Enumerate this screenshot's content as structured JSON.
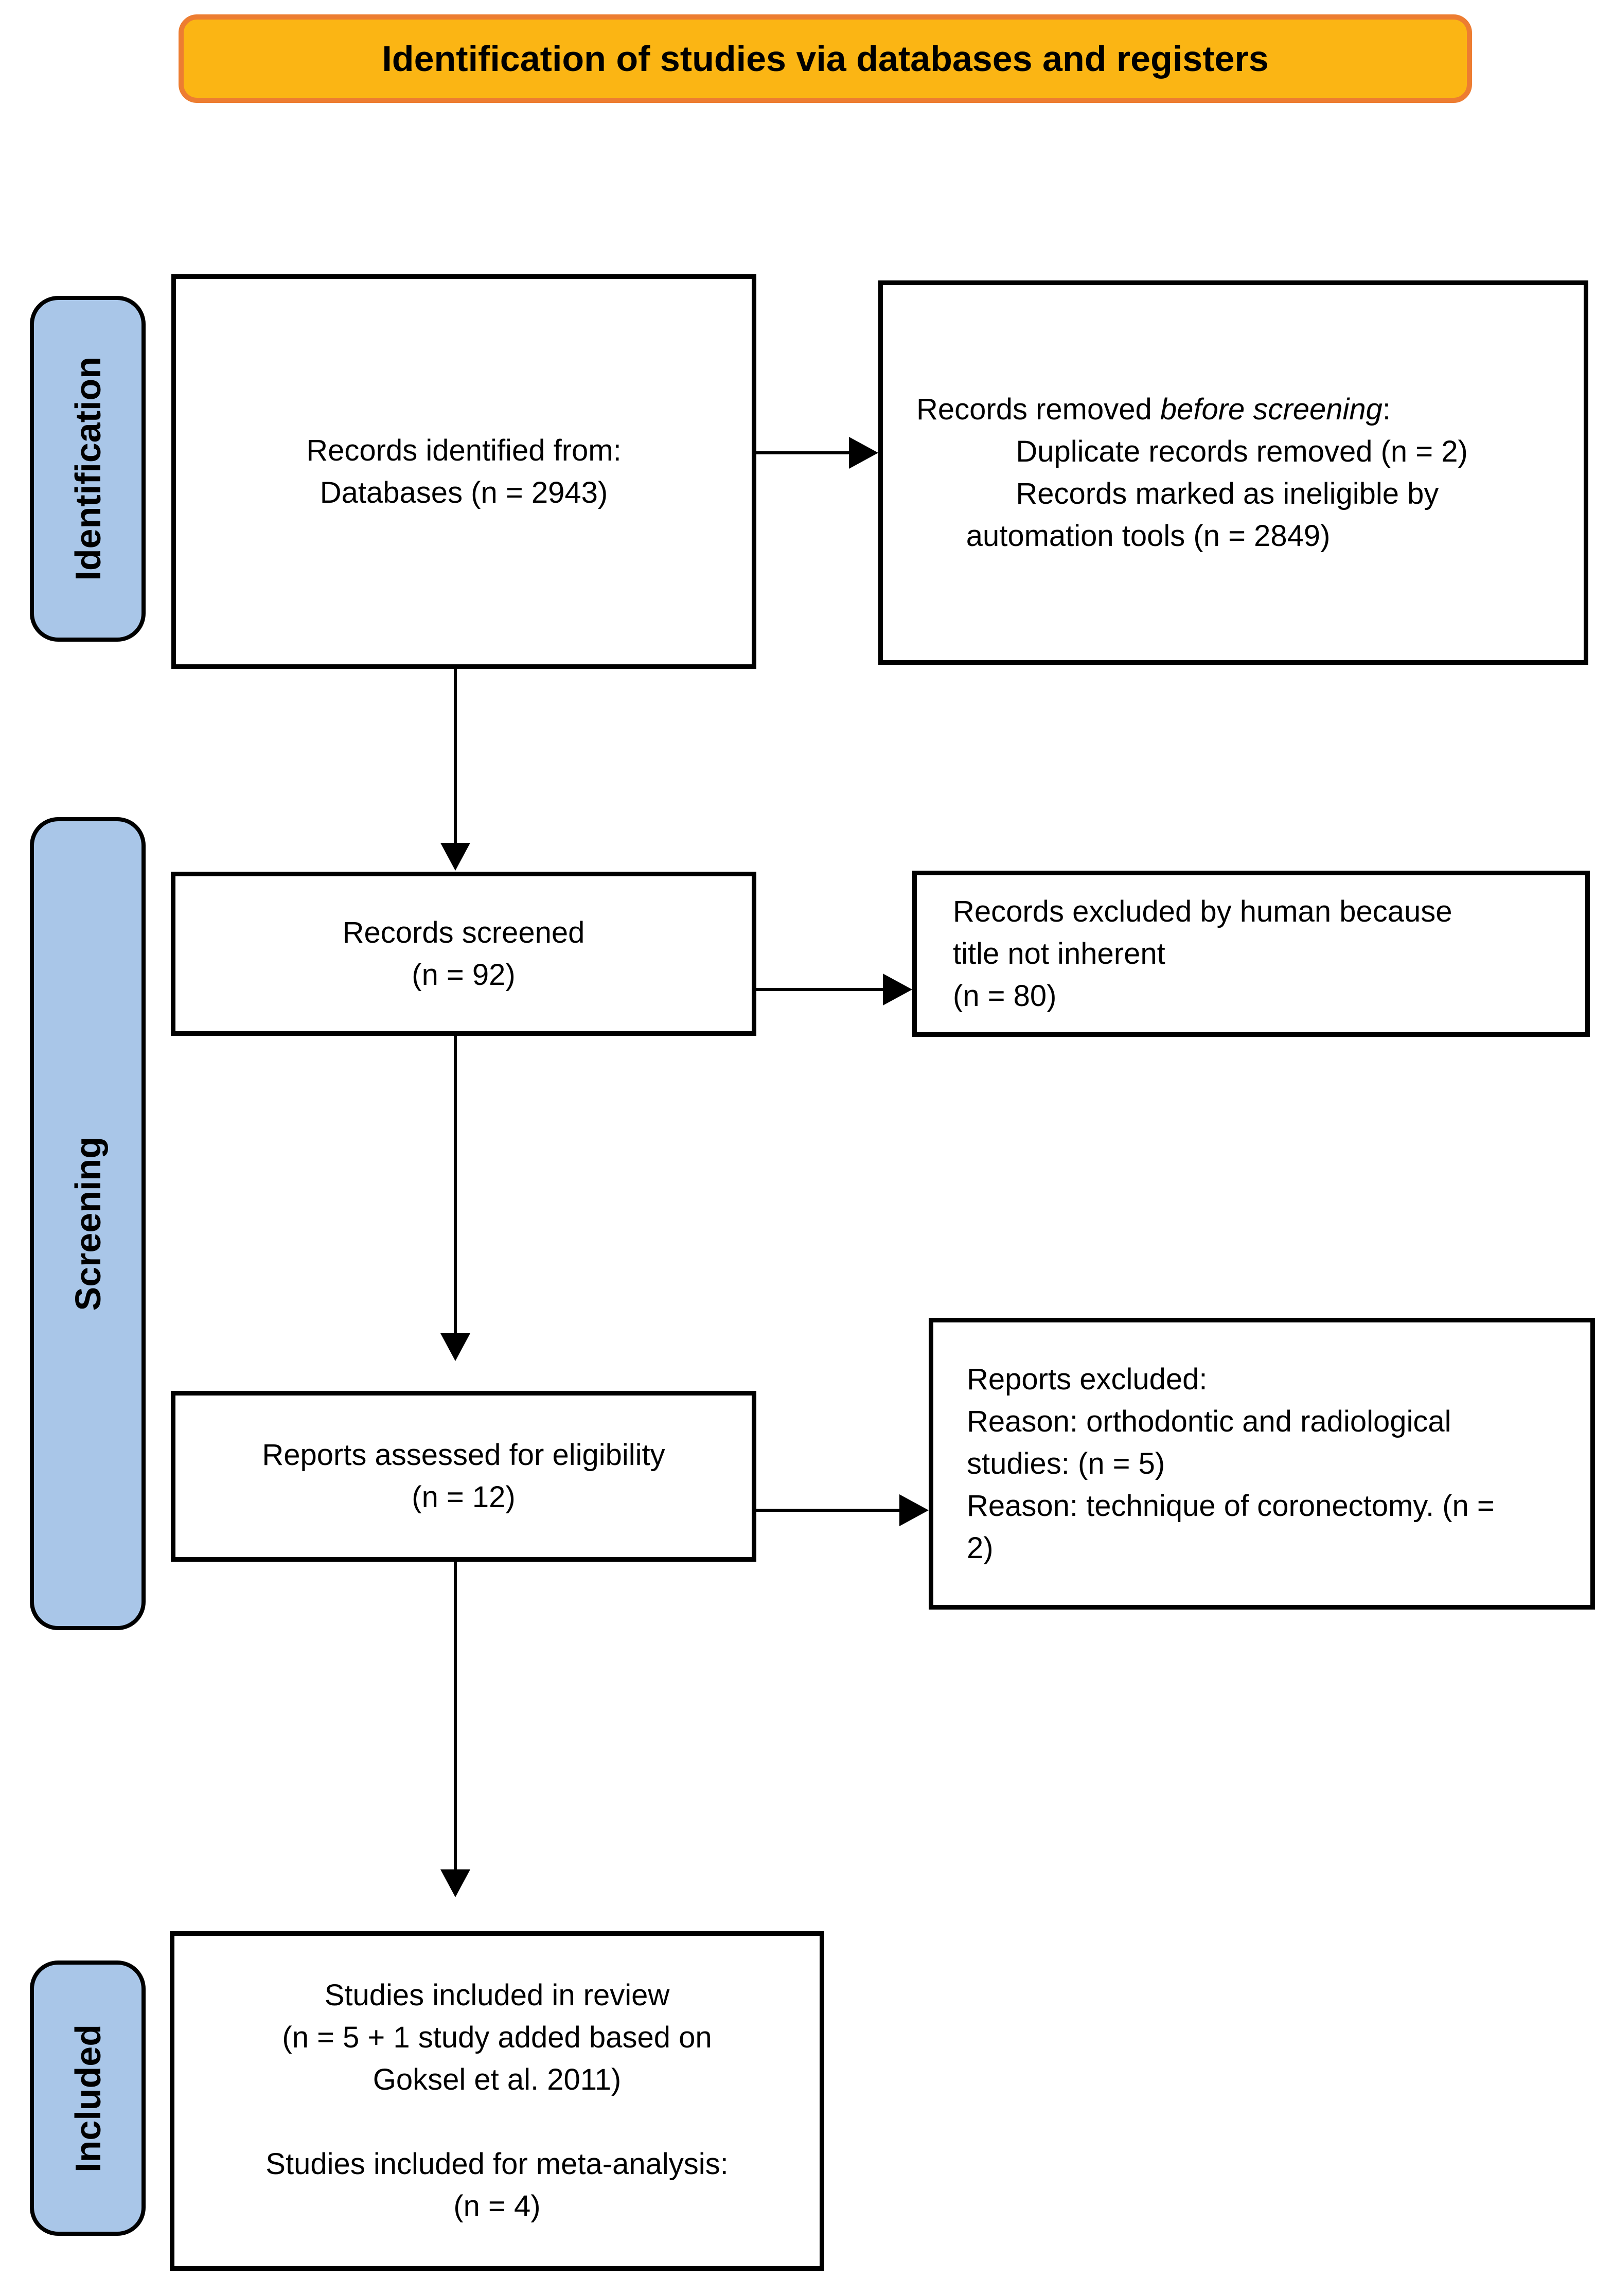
{
  "banner": {
    "title": "Identification of studies via databases and registers"
  },
  "colors": {
    "banner_fill": "#FBB514",
    "banner_border": "#ED7D31",
    "stage_fill": "#A9C6E8",
    "stage_border": "#000000",
    "box_border": "#000000",
    "arrow": "#000000"
  },
  "stages": [
    {
      "label": "Identification"
    },
    {
      "label": "Screening"
    },
    {
      "label": "Included"
    }
  ],
  "boxes": {
    "identified": {
      "lines": [
        "Records identified from:",
        "Databases (n = 2943)"
      ]
    },
    "removed": {
      "intro_prefix": "Records removed ",
      "intro_italic": "before screening",
      "intro_suffix": ":",
      "detail_lines": [
        "",
        "            Duplicate records removed (n = 2)",
        "            Records marked as ineligible by",
        "      automation tools (n = 2849)"
      ]
    },
    "screened": {
      "lines": [
        "Records screened",
        "(n = 92)"
      ]
    },
    "excluded_screen": {
      "lines": [
        "Records excluded by human because",
        "title not inherent",
        "(n = 80)"
      ]
    },
    "assessed": {
      "lines": [
        "Reports assessed for eligibility",
        "(n = 12)"
      ]
    },
    "excluded_reports": {
      "lines": [
        "Reports excluded:",
        "Reason: orthodontic and radiological",
        "studies: (n = 5)",
        "Reason: technique of coronectomy. (n =",
        "2)"
      ]
    },
    "included": {
      "lines": [
        "Studies included in review",
        "(n = 5 + 1 study added based on",
        "Goksel et al. 2011)",
        "",
        "Studies included for meta-analysis:",
        "(n = 4)"
      ]
    }
  }
}
